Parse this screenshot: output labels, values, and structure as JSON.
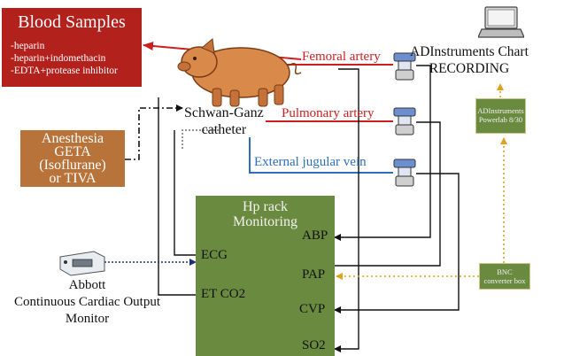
{
  "blood": {
    "title": "Blood Samples",
    "items": [
      "-heparin",
      "-heparin+indomethacin",
      "-EDTA+protease inhibitor"
    ]
  },
  "anesthesia": {
    "lines": [
      "Anesthesia",
      "GETA",
      "(Isoflurane)",
      "or TIVA"
    ]
  },
  "catheter": {
    "lines": [
      "Schwan-Ganz",
      "catheter"
    ]
  },
  "vessels": {
    "femoral": "Femoral artery",
    "pulmonary": "Pulmonary artery",
    "jugular": "External jugular vein"
  },
  "recording": {
    "lines": [
      "ADInstruments Chart",
      "RECORDING"
    ]
  },
  "powerlab": {
    "lines": [
      "ADInstruments",
      "Powerlab 8/30"
    ]
  },
  "bnc": {
    "lines": [
      "BNC",
      "converter box"
    ]
  },
  "monitor": {
    "title_lines": [
      "Hp rack",
      "Monitoring"
    ],
    "ecg": "ECG",
    "etco2": "ET CO2",
    "abp": "ABP",
    "pap": "PAP",
    "cvp": "CVP",
    "so2": "SO2"
  },
  "abbott": {
    "lines": [
      "Abbott",
      "Continuous Cardiac Output",
      "Monitor"
    ]
  },
  "colors": {
    "blood_box": "#b3211d",
    "anesthesia_box": "#b8733a",
    "monitor_box": "#6a8a3f",
    "arterial_line": "#cc1f1f",
    "venous_line": "#2d6ebd",
    "signal_dotted": "#e0a020"
  },
  "icons": [
    "pig-icon",
    "laptop-icon",
    "pressure-transducer-icon",
    "abbott-monitor-icon"
  ]
}
